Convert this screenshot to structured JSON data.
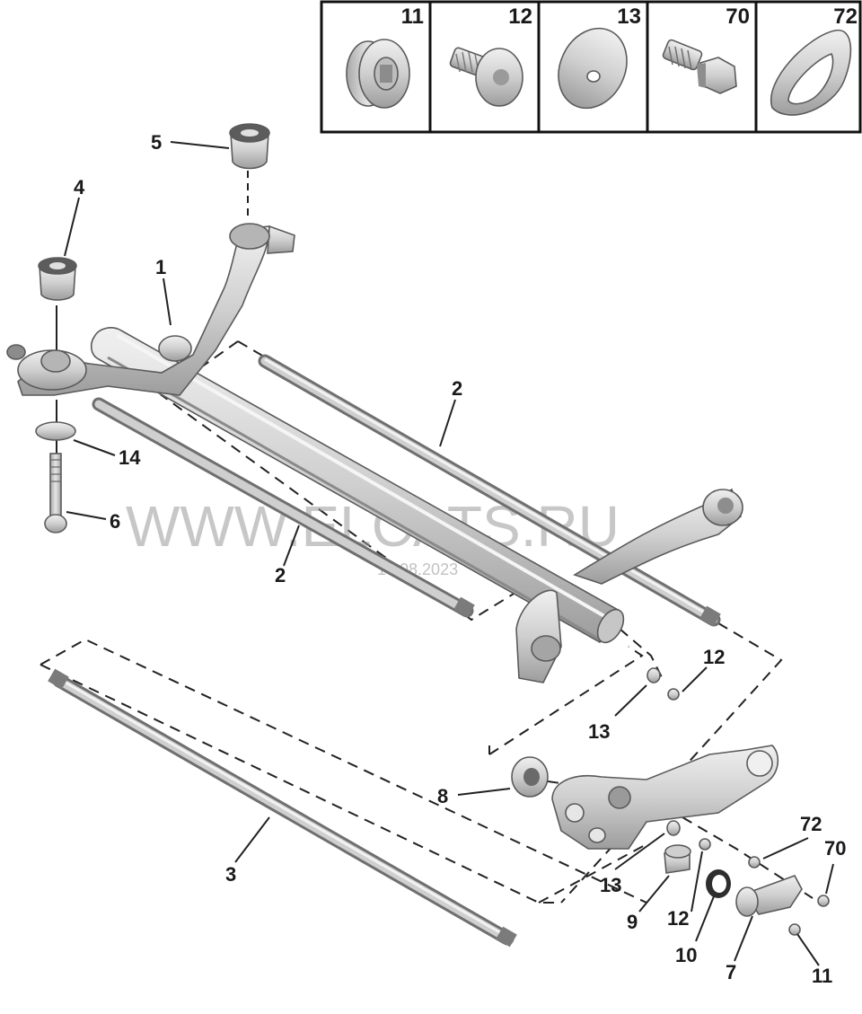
{
  "legend": {
    "cells": [
      {
        "number": "11",
        "icon": "plug-icon"
      },
      {
        "number": "12",
        "icon": "torx-bolt-icon"
      },
      {
        "number": "13",
        "icon": "washer-icon"
      },
      {
        "number": "70",
        "icon": "hex-bolt-icon"
      },
      {
        "number": "72",
        "icon": "cone-washer-icon"
      }
    ]
  },
  "callouts": {
    "c1": "1",
    "c2a": "2",
    "c2b": "2",
    "c3": "3",
    "c4": "4",
    "c5": "5",
    "c6": "6",
    "c7": "7",
    "c8": "8",
    "c9": "9",
    "c10": "10",
    "c11": "11",
    "c12a": "12",
    "c12b": "12",
    "c13a": "13",
    "c13b": "13",
    "c14": "14",
    "c70": "70",
    "c72": "72"
  },
  "watermark": {
    "site": "WWW.ELCATS.RU",
    "date": "14.08.2023"
  },
  "colors": {
    "part_fill": "#d4d4d4",
    "part_shade": "#a9a9a9",
    "line": "#222222"
  }
}
